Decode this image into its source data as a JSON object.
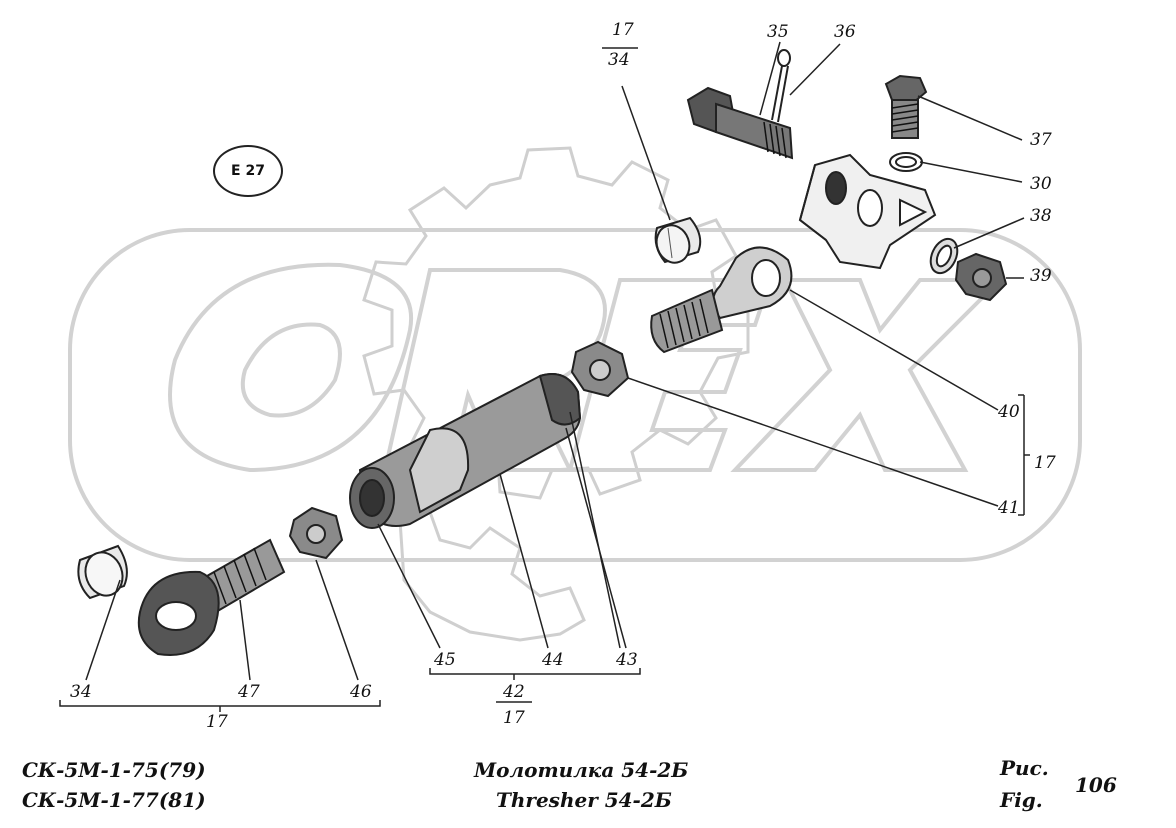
{
  "badge": "E 27",
  "watermark": "OREX",
  "callouts": {
    "c17_top": "17",
    "c34_top": "34",
    "c35": "35",
    "c36": "36",
    "c37": "37",
    "c30": "30",
    "c38": "38",
    "c39": "39",
    "c40": "40",
    "c17_right": "17",
    "c41": "41",
    "c34_bottom": "34",
    "c47": "47",
    "c46": "46",
    "c17_left_group": "17",
    "c45": "45",
    "c44": "44",
    "c43": "43",
    "c42": "42",
    "c17_mid_group": "17"
  },
  "footer": {
    "model_1": "СК-5М-1-75(79)",
    "model_2": "СК-5М-1-77(81)",
    "title_ru": "Молотилка 54-2Б",
    "title_en": "Thresher 54-2Б",
    "fig_ru": "Рис.",
    "fig_en": "Fig.",
    "fig_number": "106"
  }
}
